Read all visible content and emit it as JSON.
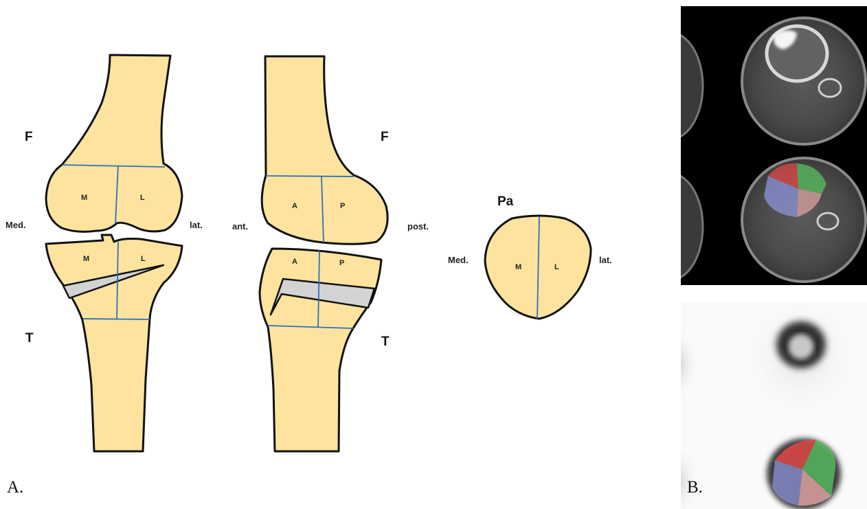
{
  "panel_a": {
    "label": "A.",
    "frontal": {
      "femur_label": "F",
      "tibia_label": "T",
      "medial_label": "Med.",
      "lateral_label": "lat.",
      "femur_zones": [
        "M",
        "L"
      ],
      "tibia_zones": [
        "M",
        "L"
      ]
    },
    "sagittal": {
      "femur_label": "F",
      "tibia_label": "T",
      "anterior_label": "ant.",
      "posterior_label": "post.",
      "femur_zones": [
        "A",
        "P"
      ],
      "tibia_zones": [
        "A",
        "P"
      ]
    },
    "patella": {
      "label": "Pa",
      "medial_label": "Med.",
      "lateral_label": "lat.",
      "zones": [
        "M",
        "L"
      ]
    }
  },
  "panel_b": {
    "label": "B.",
    "segment_colors": [
      "#e04848",
      "#58c060",
      "#e8a8a8",
      "#8c94d8"
    ]
  },
  "colors": {
    "bone_fill": "#fde39e",
    "outline": "#111111",
    "zone_line": "#2f6fb5",
    "osteotomy_fill": "#d3d3d3"
  }
}
